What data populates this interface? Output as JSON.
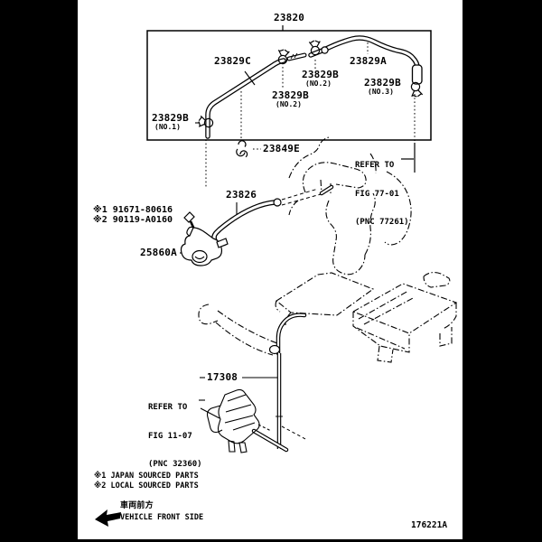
{
  "figure": {
    "callouts": {
      "p23820": "23820",
      "p23829C": "23829C",
      "p23829A": "23829A",
      "p23826": "23826",
      "p23849E": "23849E",
      "p25860A": "25860A",
      "p17308": "17308",
      "clamp_no1": {
        "part": "23829B",
        "note": "(NO.1)"
      },
      "clamp_no2_upper": {
        "part": "23829B",
        "note": "(NO.2)"
      },
      "clamp_no2_lower": {
        "part": "23829B",
        "note": "(NO.2)"
      },
      "clamp_no3": {
        "part": "23829B",
        "note": "(NO.3)"
      },
      "bolt_japan": "※1 91671-80616",
      "bolt_local": "※2 90119-A0160"
    },
    "references": {
      "fig77": {
        "line1": "REFER TO",
        "line2": "FIG 77-01",
        "line3": "(PNC 77261)"
      },
      "fig11": {
        "line1": "REFER TO",
        "line2": "FIG 11-07",
        "line3": "(PNC 32360)"
      }
    },
    "footnotes": {
      "n1": "※1 JAPAN SOURCED PARTS",
      "n2": "※2 LOCAL SOURCED PARTS"
    },
    "orientation": {
      "jp": "車両前方",
      "en": "VEHICLE FRONT SIDE"
    },
    "drawing_id": "176221A",
    "colors": {
      "paper": "#ffffff",
      "ink": "#000000",
      "matte": "#000000"
    }
  }
}
